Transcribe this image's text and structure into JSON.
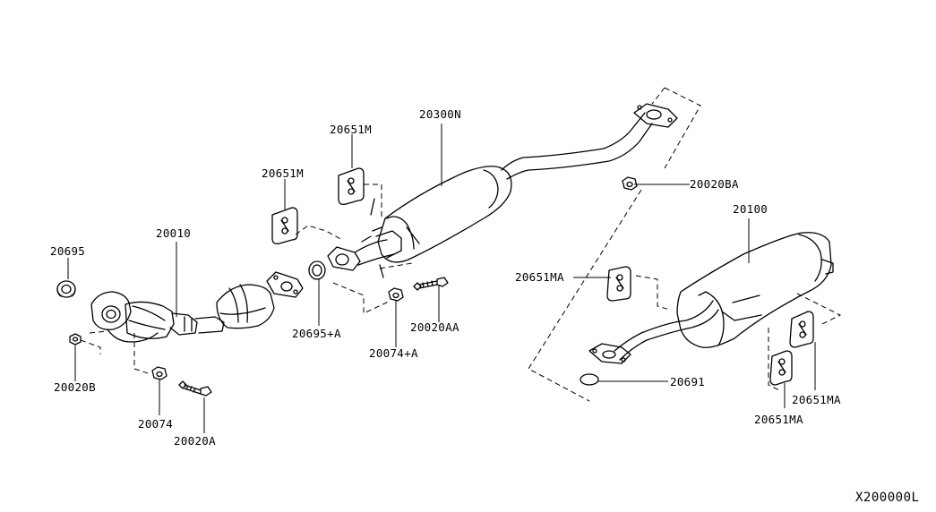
{
  "diagram_code": "X200000L",
  "parts": {
    "p20695": "20695",
    "p20020B": "20020B",
    "p20010": "20010",
    "p20074": "20074",
    "p20020A": "20020A",
    "p20651M_left": "20651M",
    "p20651M_top": "20651M",
    "p20300N": "20300N",
    "p20695A": "20695+A",
    "p20074A": "20074+A",
    "p20020AA": "20020AA",
    "p20020BA": "20020BA",
    "p20100": "20100",
    "p20651MA_left": "20651MA",
    "p20651MA_right": "20651MA",
    "p20651MA_bottom": "20651MA",
    "p20691": "20691"
  }
}
